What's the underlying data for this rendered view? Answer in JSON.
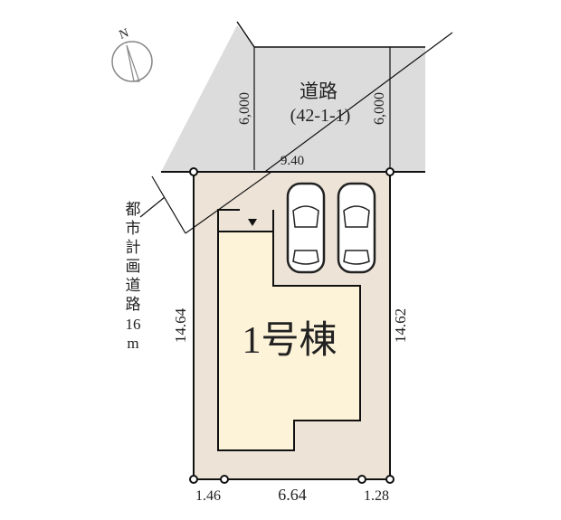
{
  "compass": {
    "label": "N",
    "icon": "north-arrow-icon"
  },
  "road_top": {
    "name": "道路",
    "type": "(42-1-1)",
    "width_left": "6,000",
    "width_right": "6,000",
    "frontage": "9.40"
  },
  "road_left": {
    "label_chars": [
      "都",
      "市",
      "計",
      "画",
      "道",
      "路"
    ],
    "width_value": "16",
    "width_unit": "m"
  },
  "lot": {
    "left_side": "14.64",
    "right_side": "14.62",
    "bottom_segments": [
      "1.46",
      "6.64",
      "1.28"
    ]
  },
  "building": {
    "label": "1号棟"
  },
  "parking": {
    "cars": 2,
    "icon": "car-icon"
  },
  "entrance": {
    "icon": "entrance-triangle-icon"
  },
  "colors": {
    "road": "#dcdcdc",
    "lot": "#ede3d6",
    "building": "#fdf3d8",
    "line": "#111111"
  }
}
